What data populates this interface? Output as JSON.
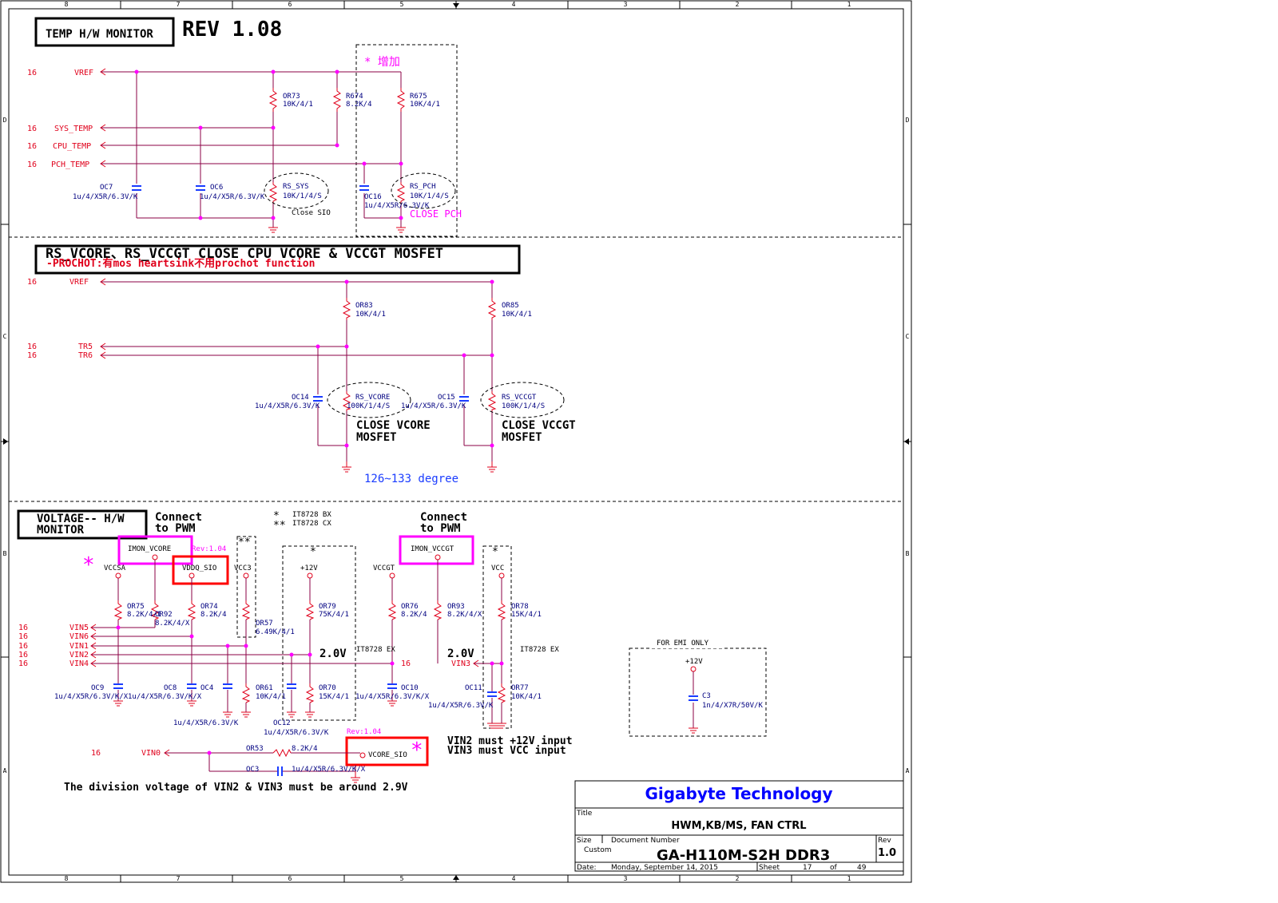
{
  "frame": {
    "col_labels": [
      "8",
      "7",
      "6",
      "5",
      "4",
      "3",
      "2",
      "1"
    ],
    "row_labels": [
      "D",
      "C",
      "B",
      "A"
    ]
  },
  "temp": {
    "title": "TEMP H/W MONITOR",
    "rev": "REV 1.08",
    "add_note": "* 增加",
    "sheet": "16",
    "nets": [
      "VREF",
      "SYS_TEMP",
      "CPU_TEMP",
      "PCH_TEMP"
    ],
    "r1": {
      "ref": "OR73",
      "val": "10K/4/1"
    },
    "r2": {
      "ref": "R674",
      "val": "8.2K/4"
    },
    "r3": {
      "ref": "R675",
      "val": "10K/4/1"
    },
    "c1": {
      "ref": "OC7",
      "val": "1u/4/X5R/6.3V/K"
    },
    "c2": {
      "ref": "OC6",
      "val": "1u/4/X5R/6.3V/K"
    },
    "c3": {
      "ref": "OC16",
      "val": "1u/4/X5R/6.3V/K"
    },
    "rs1": {
      "ref": "RS_SYS",
      "val": "10K/1/4/S"
    },
    "rs2": {
      "ref": "RS_PCH",
      "val": "10K/1/4/S"
    },
    "close_sio": "Close SIO",
    "close_pch": "CLOSE PCH"
  },
  "vcore": {
    "title": "RS_VCORE、RS_VCCGT CLOSE CPU VCORE & VCCGT  MOSFET",
    "note": "-PROCHOT:有mos heartsink不用prochot function",
    "sheet": "16",
    "nets": [
      "VREF",
      "TR5",
      "TR6"
    ],
    "r1": {
      "ref": "OR83",
      "val": "10K/4/1"
    },
    "r2": {
      "ref": "OR85",
      "val": "10K/4/1"
    },
    "c1": {
      "ref": "OC14",
      "val": "1u/4/X5R/6.3V/K"
    },
    "c2": {
      "ref": "OC15",
      "val": "1u/4/X5R/6.3V/K"
    },
    "rs1": {
      "ref": "RS_VCORE",
      "val": "100K/1/4/S"
    },
    "rs2": {
      "ref": "RS_VCCGT",
      "val": "100K/1/4/S"
    },
    "close1": [
      "CLOSE VCORE",
      "MOSFET"
    ],
    "close2": [
      "CLOSE VCCGT",
      "MOSFET"
    ],
    "degree": "126~133 degree"
  },
  "voltage": {
    "title": [
      "VOLTAGE-- H/W",
      "MONITOR"
    ],
    "connect": [
      "Connect",
      "to PWM"
    ],
    "chip_notes": [
      {
        "mark": "*",
        "text": "IT8728 BX"
      },
      {
        "mark": "**",
        "text": "IT8728 CX"
      }
    ],
    "chip_ex": "IT8728 EX",
    "imon_vcore": "IMON_VCORE",
    "imon_vccgt": "IMON_VCCGT",
    "rev104": "Rev:1.04",
    "vddq": "VDDQ_SIO",
    "vcore_sio": "VCORE_SIO",
    "rails": [
      "VCCSA",
      "VCC3",
      "+12V",
      "VCCGT",
      "VCC"
    ],
    "sheet": "16",
    "vin_nets": [
      "VIN5",
      "VIN6",
      "VIN1",
      "VIN2",
      "VIN4"
    ],
    "vin3": "VIN3",
    "vin0": "VIN0",
    "two_v": "2.0V",
    "res": [
      {
        "ref": "OR75",
        "val": "8.2K/4/1"
      },
      {
        "ref": "OR92",
        "val": "8.2K/4/X"
      },
      {
        "ref": "OR74",
        "val": "8.2K/4"
      },
      {
        "ref": "OR57",
        "val": "6.49K/4/1"
      },
      {
        "ref": "OR79",
        "val": "75K/4/1"
      },
      {
        "ref": "OR76",
        "val": "8.2K/4"
      },
      {
        "ref": "OR93",
        "val": "8.2K/4/X"
      },
      {
        "ref": "OR78",
        "val": "15K/4/1"
      },
      {
        "ref": "OR61",
        "val": "10K/4/1"
      },
      {
        "ref": "OR70",
        "val": "15K/4/1"
      },
      {
        "ref": "OR77",
        "val": "10K/4/1"
      },
      {
        "ref": "OR53",
        "val": "8.2K/4"
      }
    ],
    "caps": [
      {
        "ref": "OC9",
        "val": "1u/4/X5R/6.3V/K/X"
      },
      {
        "ref": "OC8",
        "val": "1u/4/X5R/6.3V/K/X"
      },
      {
        "ref": "OC4",
        "val": "1u/4/X5R/6.3V/K"
      },
      {
        "ref": "OC12",
        "val": "1u/4/X5R/6.3V/K"
      },
      {
        "ref": "OC10",
        "val": "1u/4/X5R/6.3V/K/X"
      },
      {
        "ref": "OC11",
        "val": "1u/4/X5R/6.3V/K"
      },
      {
        "ref": "OC3",
        "val": "1u/4/X5R/6.3V/K/X"
      }
    ],
    "vin_notes": [
      "VIN2 must +12V input",
      "VIN3 must VCC input"
    ],
    "division": "The division voltage of VIN2 & VIN3 must be around 2.9V",
    "emi": {
      "label": "FOR EMI ONLY",
      "rail": "+12V",
      "ref": "C3",
      "val": "1n/4/X7R/50V/K"
    }
  },
  "titleblock": {
    "company": "Gigabyte Technology",
    "title_label": "Title",
    "title": "HWM,KB/MS, FAN CTRL",
    "size_label": "Size",
    "size": "Custom",
    "docnum_label": "Document Number",
    "docnum": "GA-H110M-S2H DDR3",
    "rev_label": "Rev",
    "rev": "1.0",
    "date_label": "Date:",
    "date": "Monday, September 14, 2015",
    "sheet_label": "Sheet",
    "sheet": "17",
    "of_label": "of",
    "total": "49",
    "colors": {
      "company": "#0000ff",
      "wire": "#8b0046",
      "pin": "#e0001b",
      "highlight": "#ff00ff"
    }
  }
}
